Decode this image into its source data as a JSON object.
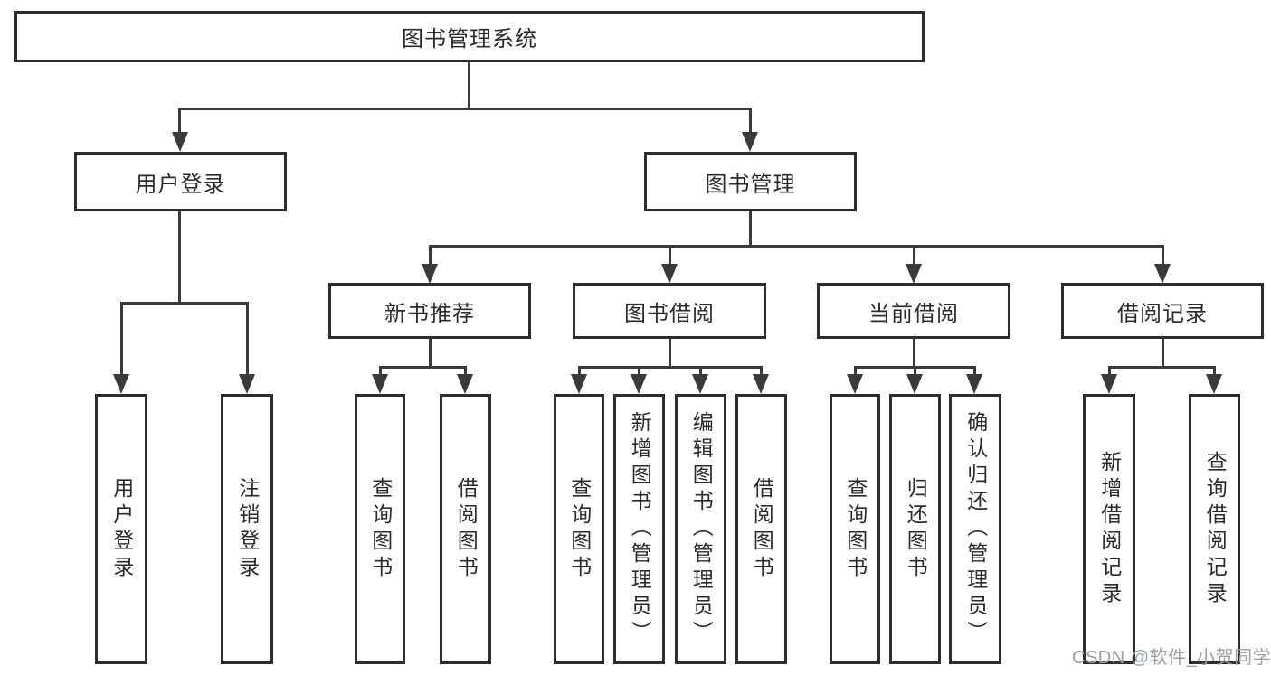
{
  "diagram": {
    "root_label": "图书管理系统",
    "level2": [
      {
        "label": "用户登录"
      },
      {
        "label": "图书管理"
      }
    ],
    "level3": [
      {
        "label": "新书推荐"
      },
      {
        "label": "图书借阅"
      },
      {
        "label": "当前借阅"
      },
      {
        "label": "借阅记录"
      }
    ],
    "leaves": {
      "login_group": [
        "用户登录",
        "注销登录"
      ],
      "recommend_group": [
        "查询图书",
        "借阅图书"
      ],
      "borrow_group": [
        "查询图书",
        "新增图书（管理员）",
        "编辑图书（管理员）",
        "借阅图书"
      ],
      "current_group": [
        "查询图书",
        "归还图书",
        "确认归还（管理员）"
      ],
      "record_group": [
        "新增借阅记录",
        "查询借阅记录"
      ]
    }
  },
  "watermark": {
    "text": "CSDN @软件_小贺同学",
    "color": "#9aa0a9"
  },
  "colors": {
    "line": "#3a3a3a",
    "box_border": "#2e2e2e",
    "text": "#2b2b2b",
    "background": "#ffffff"
  }
}
